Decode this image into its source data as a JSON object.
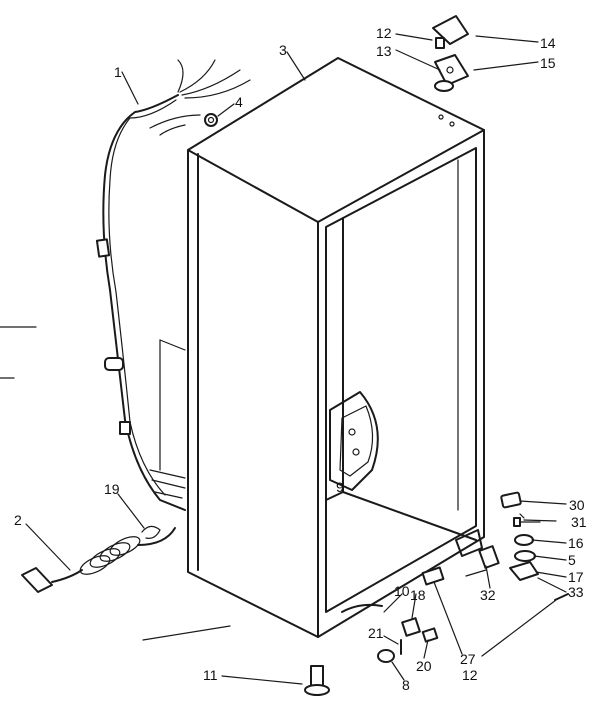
{
  "callouts": [
    {
      "id": "c1",
      "text": "1"
    },
    {
      "id": "c2",
      "text": "2"
    },
    {
      "id": "c3",
      "text": "3"
    },
    {
      "id": "c4",
      "text": "4"
    },
    {
      "id": "c5",
      "text": "5"
    },
    {
      "id": "c8",
      "text": "8"
    },
    {
      "id": "c9",
      "text": "9"
    },
    {
      "id": "c10",
      "text": "10"
    },
    {
      "id": "c11",
      "text": "11"
    },
    {
      "id": "c12a",
      "text": "12"
    },
    {
      "id": "c12b",
      "text": "12"
    },
    {
      "id": "c13",
      "text": "13"
    },
    {
      "id": "c14",
      "text": "14"
    },
    {
      "id": "c15",
      "text": "15"
    },
    {
      "id": "c16",
      "text": "16"
    },
    {
      "id": "c17",
      "text": "17"
    },
    {
      "id": "c18",
      "text": "18"
    },
    {
      "id": "c19",
      "text": "19"
    },
    {
      "id": "c20",
      "text": "20"
    },
    {
      "id": "c21",
      "text": "21"
    },
    {
      "id": "c27",
      "text": "27"
    },
    {
      "id": "c30",
      "text": "30"
    },
    {
      "id": "c31",
      "text": "31"
    },
    {
      "id": "c32",
      "text": "32"
    },
    {
      "id": "c33",
      "text": "33"
    }
  ]
}
